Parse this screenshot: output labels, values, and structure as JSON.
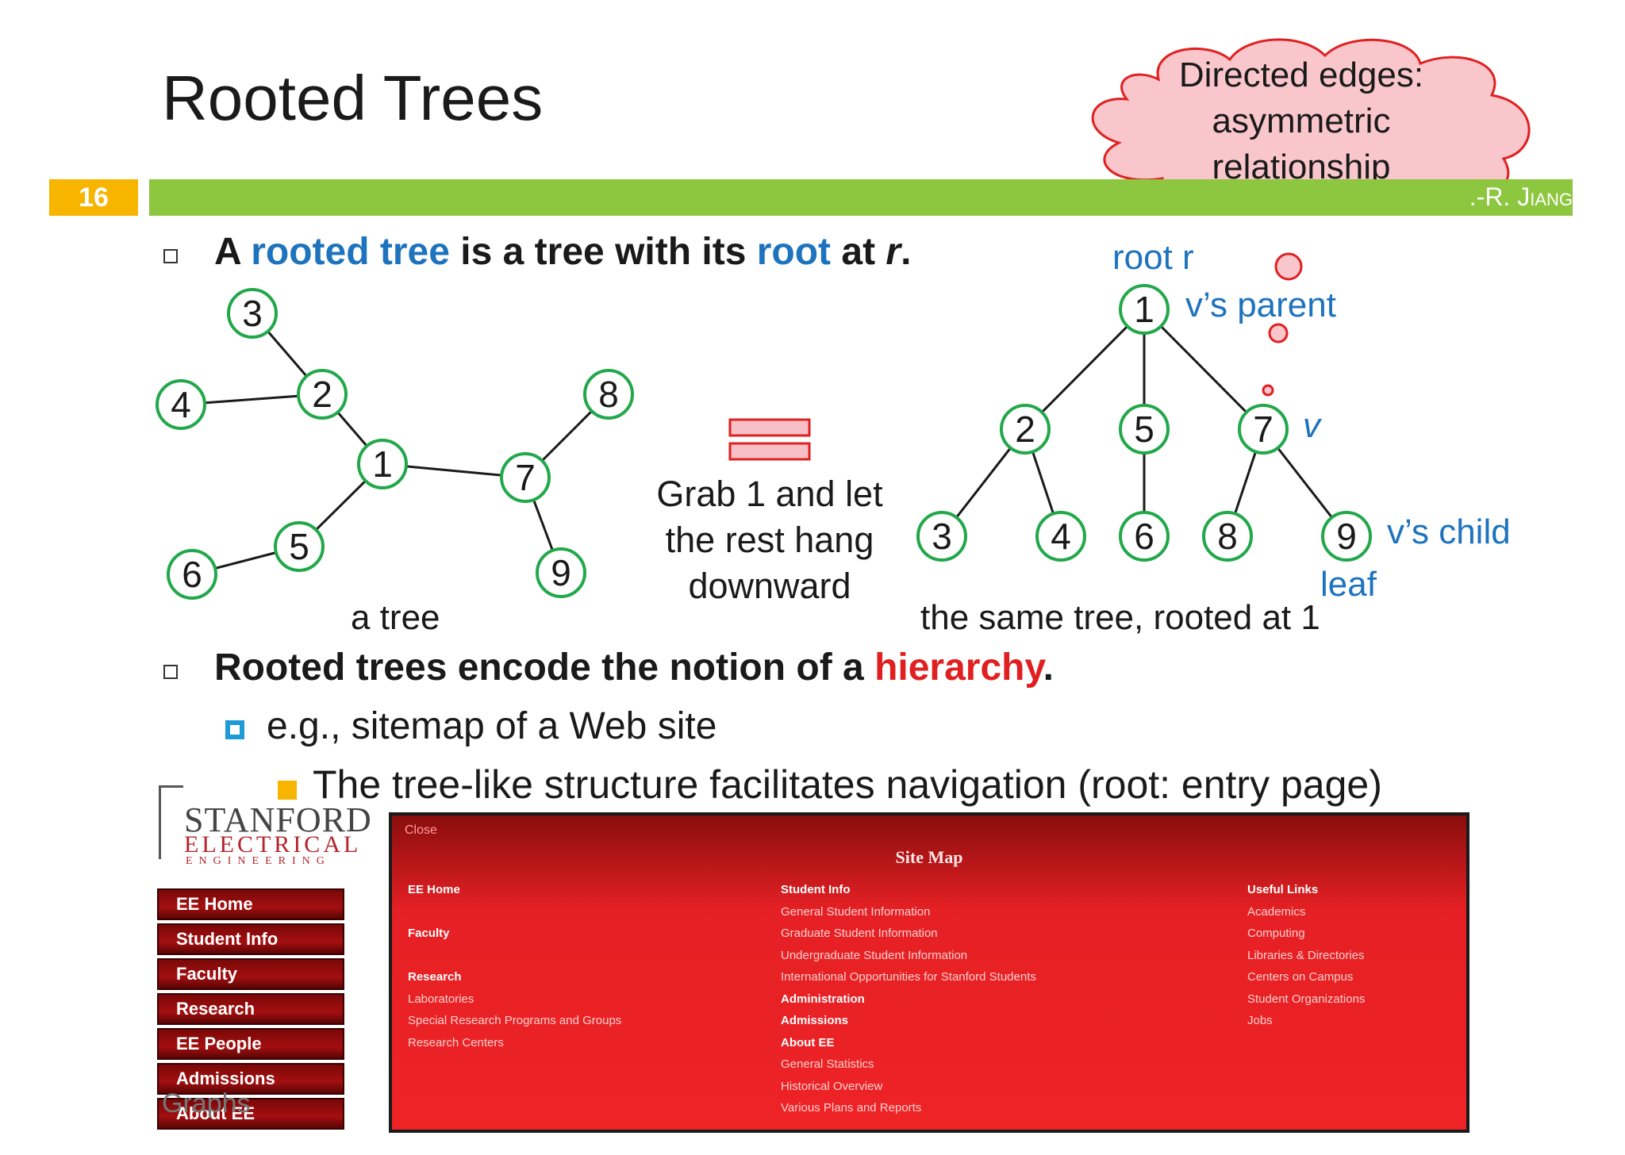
{
  "slide": {
    "title": "Rooted Trees",
    "page_number": "16",
    "author": "Iris H.-R. Jiang",
    "callout": "Directed edges: asymmetric relationship",
    "footer": "Graphs"
  },
  "bullets": {
    "b1": {
      "p1": "A ",
      "p2": "rooted tree",
      "p3": " is a tree with its ",
      "p4": "root",
      "p5": " at ",
      "p6": "r",
      "p7": "."
    },
    "b2": {
      "p1": "Rooted trees encode the notion of a ",
      "p2": "hierarchy",
      "p3": "."
    },
    "sub1": "e.g., sitemap of a Web site",
    "sub2": "The tree-like structure facilitates navigation (root: entry page)"
  },
  "diagram": {
    "unrooted_nodes": [
      "3",
      "4",
      "2",
      "1",
      "8",
      "7",
      "5",
      "6",
      "9"
    ],
    "unrooted_caption": "a tree",
    "equals_color": "#e02020",
    "grab_text": "Grab 1 and let the rest hang downward",
    "rooted_nodes": [
      "1",
      "2",
      "5",
      "7",
      "3",
      "4",
      "6",
      "8",
      "9"
    ],
    "rooted_caption": "the same tree, rooted at 1",
    "labels": {
      "root": "root r",
      "parent": "v’s parent",
      "v": "v",
      "child": "v’s child",
      "leaf": "leaf"
    },
    "node_color": "#22a84a",
    "accent_blue": "#1e73be"
  },
  "stanford": {
    "logo_line1": "STANFORD",
    "logo_line2": "ELECTRICAL",
    "logo_line3": "ENGINEERING",
    "nav": [
      "EE Home",
      "Student Info",
      "Faculty",
      "Research",
      "EE People",
      "Admissions",
      "About EE"
    ],
    "sitemap": {
      "close": "Close",
      "title": "Site Map",
      "col1": {
        "h1": "EE Home",
        "h2": "Faculty",
        "h3": "Research",
        "items3": [
          "Laboratories",
          "Special Research Programs and Groups",
          "Research Centers"
        ]
      },
      "col2": {
        "h1": "Student Info",
        "items1": [
          "General Student Information",
          "Graduate Student Information",
          "Undergraduate Student Information",
          "International Opportunities for Stanford Students"
        ],
        "h2": "Administration",
        "h3": "Admissions",
        "h4": "About EE",
        "items4": [
          "General Statistics",
          "Historical Overview",
          "Various Plans and Reports"
        ]
      },
      "col3": {
        "h1": "Useful Links",
        "items1": [
          "Academics",
          "Computing",
          "Libraries & Directories",
          "Centers on Campus",
          "Student Organizations",
          "Jobs"
        ]
      }
    }
  }
}
